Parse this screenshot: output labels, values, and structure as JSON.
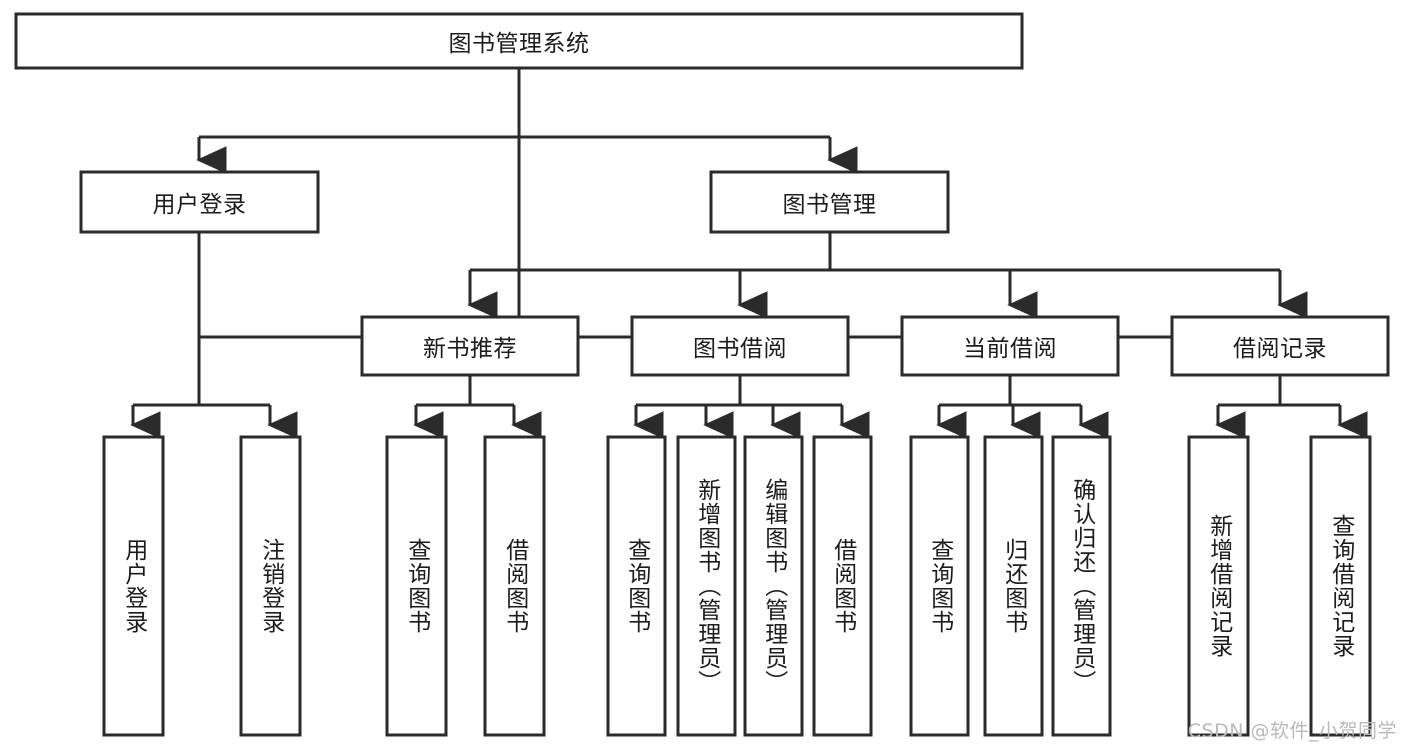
{
  "diagram": {
    "type": "tree-hierarchy",
    "title": "图书管理系统",
    "watermark": "CSDN @软件_小贺同学",
    "colors": {
      "stroke": "#2b2b2b",
      "node_fill": "#ffffff",
      "text": "#1c1c1c",
      "background": "#ffffff",
      "watermark": "#b9b9b9"
    },
    "root": {
      "label": "图书管理系统"
    },
    "level1": [
      {
        "label": "用户登录"
      },
      {
        "label": "图书管理"
      }
    ],
    "level2": [
      {
        "label": "新书推荐"
      },
      {
        "label": "图书借阅"
      },
      {
        "label": "当前借阅"
      },
      {
        "label": "借阅记录"
      }
    ],
    "leaves": {
      "user_login": [
        {
          "label": "用户登录"
        },
        {
          "label": "注销登录"
        }
      ],
      "new_book": [
        {
          "label": "查询图书"
        },
        {
          "label": "借阅图书"
        }
      ],
      "book_borrow": [
        {
          "label": "查询图书"
        },
        {
          "label": "新增图书（管理员）"
        },
        {
          "label": "编辑图书（管理员）"
        },
        {
          "label": "借阅图书"
        }
      ],
      "current_borrow": [
        {
          "label": "查询图书"
        },
        {
          "label": "归还图书"
        },
        {
          "label": "确认归还（管理员）"
        }
      ],
      "borrow_record": [
        {
          "label": "新增借阅记录"
        },
        {
          "label": "查询借阅记录"
        }
      ]
    }
  }
}
